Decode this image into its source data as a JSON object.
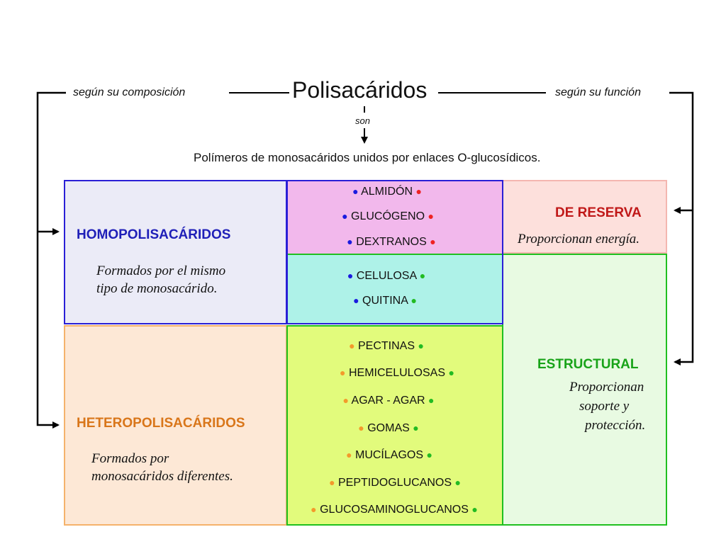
{
  "header": {
    "title": "Polisacáridos",
    "left_label": "según su composición",
    "right_label": "según su función",
    "son_label": "son",
    "definition": "Polímeros de monosacáridos unidos por enlaces O-glucosídicos."
  },
  "homopolisacaridos": {
    "title": "HOMOPOLISACÁRIDOS",
    "desc_line1": "Formados por el mismo",
    "desc_line2": "tipo de monosacárido."
  },
  "heteropolisacaridos": {
    "title": "HETEROPOLISACÁRIDOS",
    "desc_line1": "Formados por",
    "desc_line2": "monosacáridos diferentes."
  },
  "reserva": {
    "title": "DE RESERVA",
    "desc": "Proporcionan energía."
  },
  "estructural": {
    "title": "ESTRUCTURAL",
    "desc_line1": "Proporcionan",
    "desc_line2": "soporte y",
    "desc_line3": "protección."
  },
  "homo_reserva_items": [
    "ALMIDÓN",
    "GLUCÓGENO",
    "DEXTRANOS"
  ],
  "homo_estructural_items": [
    "CELULOSA",
    "QUITINA"
  ],
  "hetero_items": [
    "PECTINAS",
    "HEMICELULOSAS",
    "AGAR - AGAR",
    "GOMAS",
    "MUCÍLAGOS",
    "PEPTIDOGLUCANOS",
    "GLUCOSAMINOGLUCANOS"
  ],
  "colors": {
    "homo_border": "#2a1fd6",
    "homo_fill": "#ebebf7",
    "hetero_border": "#f5b26b",
    "hetero_fill": "#fde8d6",
    "reserva_fill": "#fde0dc",
    "reserva_border": "#f4b6b0",
    "estructural_fill": "#e8fae2",
    "estructural_border": "#20c020",
    "homo_reserva_fill": "#f2b8ec",
    "homo_estructural_fill": "#aef2e8",
    "hetero_list_fill": "#e2fb7c",
    "dot_blue": "#1a1adf",
    "dot_red": "#ee2222",
    "dot_green": "#22bb22",
    "dot_orange": "#f39a2b",
    "text_green": "#18a318",
    "text_blue": "#1f1fb8",
    "text_red": "#c01818",
    "text_orange": "#d9761a"
  }
}
